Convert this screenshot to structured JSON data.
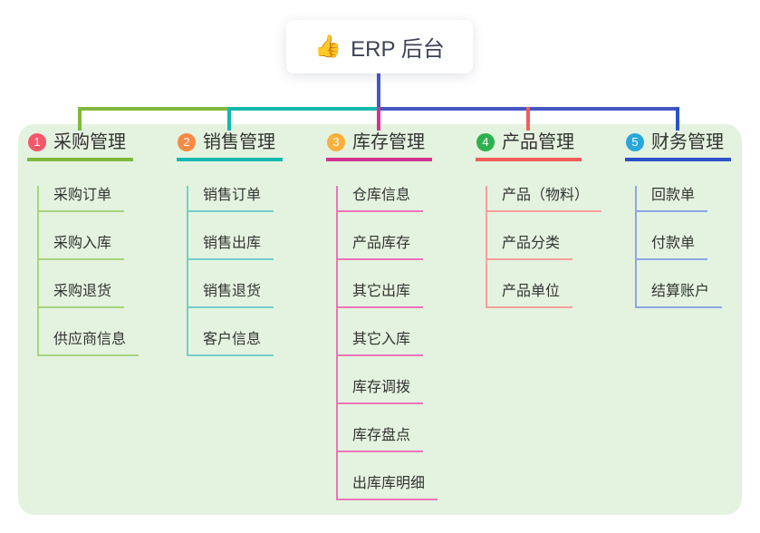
{
  "root": {
    "icon": "👍",
    "icon_name": "thumbs-up-icon",
    "title": "ERP 后台",
    "line_color": "#4556c6"
  },
  "canvas": {
    "background": "#ffffff",
    "card_background": "#e4f3df",
    "text_color": "#333333"
  },
  "branches": [
    {
      "badge": "1",
      "badge_color": "#f7566b",
      "title": "采购管理",
      "line_color": "#80b83e",
      "child_line_color": "#a9d37f",
      "children": [
        "采购订单",
        "采购入库",
        "采购退货",
        "供应商信息"
      ]
    },
    {
      "badge": "2",
      "badge_color": "#f78a43",
      "title": "销售管理",
      "line_color": "#14b8ae",
      "child_line_color": "#72cfc7",
      "children": [
        "销售订单",
        "销售出库",
        "销售退货",
        "客户信息"
      ]
    },
    {
      "badge": "3",
      "badge_color": "#fbb03c",
      "title": "库存管理",
      "line_color": "#d2348f",
      "child_line_color": "#ee74b8",
      "children": [
        "仓库信息",
        "产品库存",
        "其它出库",
        "其它入库",
        "库存调拨",
        "库存盘点",
        "出库库明细"
      ]
    },
    {
      "badge": "4",
      "badge_color": "#2db14e",
      "title": "产品管理",
      "line_color": "#f45c5c",
      "child_line_color": "#f79e9e",
      "children": [
        "产品（物料）",
        "产品分类",
        "产品单位"
      ]
    },
    {
      "badge": "5",
      "badge_color": "#2aa6df",
      "title": "财务管理",
      "line_color": "#2c51c9",
      "child_line_color": "#8ba7e5",
      "children": [
        "回款单",
        "付款单",
        "结算账户"
      ]
    }
  ]
}
